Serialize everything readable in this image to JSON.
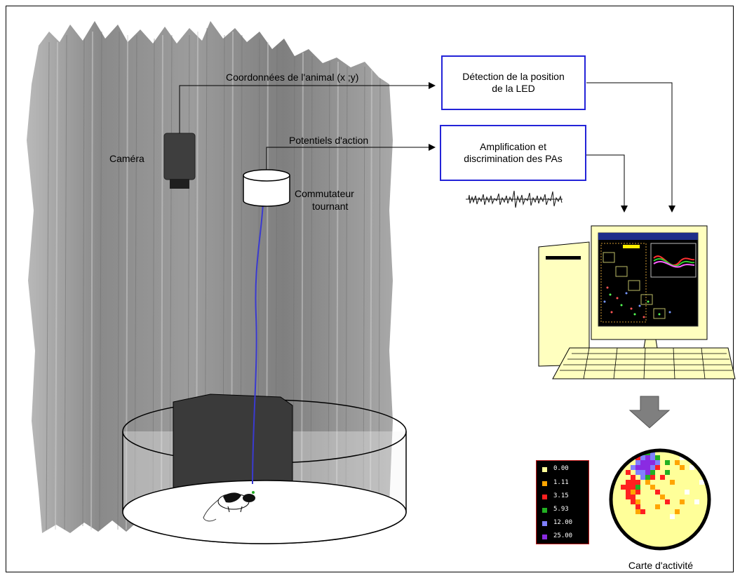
{
  "labels": {
    "coords": "Coordonnées de l'animal (x ;y)",
    "potentials": "Potentiels d'action",
    "camera": "Caméra",
    "commutator_line1": "Commutateur",
    "commutator_line2": "tournant",
    "detection_box": "Détection de la position de la LED",
    "amplification_box": "Amplification et discrimination des PAs",
    "map_caption": "Carte d'activité"
  },
  "legend": {
    "entries": [
      {
        "value": "0.00",
        "color": "#ffff99"
      },
      {
        "value": "1.11",
        "color": "#ffa500"
      },
      {
        "value": "3.15",
        "color": "#ff2020"
      },
      {
        "value": "5.93",
        "color": "#22b022"
      },
      {
        "value": "12.00",
        "color": "#8080ff"
      },
      {
        "value": "25.00",
        "color": "#8a2be2"
      }
    ]
  },
  "colors": {
    "box_border": "#2323d8",
    "cable": "#3a3ad0",
    "curtain": "#8e8e8e",
    "legend_border": "#c21a1a"
  },
  "icons": [
    "camera-icon",
    "commutator-icon",
    "computer-icon",
    "rat-icon",
    "arena-icon",
    "activity-map-icon"
  ]
}
